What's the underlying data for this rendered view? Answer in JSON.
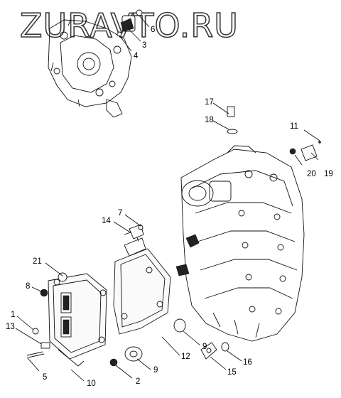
{
  "watermark": "ZURAVTO.RU",
  "callouts": {
    "c1": "1",
    "c2": "2",
    "c3": "3",
    "c4": "4",
    "c5": "5",
    "c6": "6",
    "c7": "7",
    "c8": "8",
    "c9a": "9",
    "c9b": "9",
    "c10": "10",
    "c11": "11",
    "c12": "12",
    "c13": "13",
    "c14": "14",
    "c15": "15",
    "c16": "16",
    "c17": "17",
    "c18": "18",
    "c19": "19",
    "c20": "20",
    "c21": "21"
  }
}
